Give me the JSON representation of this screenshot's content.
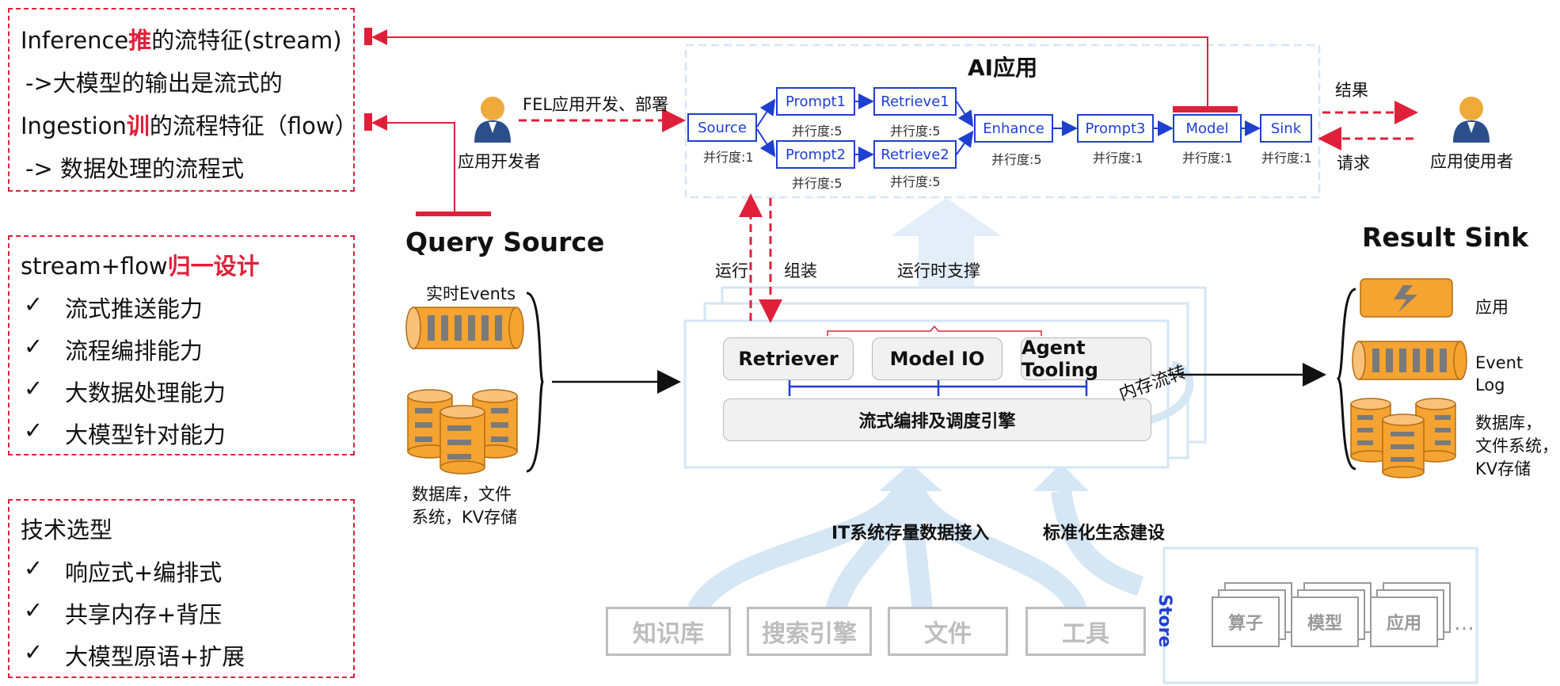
{
  "colors": {
    "accent_red": "#e0203a",
    "flow_blue": "#1f3fd1",
    "light_blue": "#d5e6f5",
    "storage_orange": "#f5a331"
  },
  "panels": {
    "design_principles": {
      "line1_a": "Inference",
      "line1_b": "推",
      "line1_c": "的流特征(stream)",
      "line2": "->大模型的输出是流式的",
      "line3_a": "Ingestion",
      "line3_b": "训",
      "line3_c": "的流程特征（flow）",
      "line4": "-> 数据处理的流程式"
    },
    "unified_design": {
      "title_a": "stream+flow",
      "title_b": "归一设计",
      "check": "✓",
      "items": [
        "流式推送能力",
        "流程编排能力",
        "大数据处理能力",
        "大模型针对能力"
      ]
    },
    "tech_selection": {
      "title": "技术选型",
      "check": "✓",
      "items": [
        "响应式+编排式",
        "共享内存+背压",
        "大模型原语+扩展"
      ]
    }
  },
  "ai_app": {
    "title": "AI应用",
    "nodes": {
      "source": "Source",
      "prompt1": "Prompt1",
      "prompt2": "Prompt2",
      "retrieve1": "Retrieve1",
      "retrieve2": "Retrieve2",
      "enhance": "Enhance",
      "prompt3": "Prompt3",
      "model": "Model",
      "sink": "Sink"
    },
    "parallelism": {
      "source": "并行度:1",
      "prompt1": "并行度:5",
      "prompt2": "并行度:5",
      "retrieve1": "并行度:5",
      "retrieve2": "并行度:5",
      "enhance": "并行度:5",
      "prompt3": "并行度:1",
      "model": "并行度:1",
      "sink": "并行度:1"
    }
  },
  "actors": {
    "developer": "应用开发者",
    "user": "应用使用者"
  },
  "labels": {
    "fel_dev": "FEL应用开发、部署",
    "result": "结果",
    "request": "请求",
    "run": "运行",
    "assemble": "组装",
    "runtime_support": "运行时支撑",
    "memory_flow": "内存流转",
    "it_access": "IT系统存量数据接入",
    "eco_build": "标准化生态建设"
  },
  "query_source": {
    "title": "Query Source",
    "realtime_events": "实时Events",
    "db_label_1": "数据库，文件",
    "db_label_2": "系统，KV存储"
  },
  "engine": {
    "modules": [
      "Retriever",
      "Model IO",
      "Agent Tooling"
    ],
    "core": "流式编排及调度引擎"
  },
  "result_sink": {
    "title": "Result Sink",
    "app": "应用",
    "event_log_1": "Event",
    "event_log_2": "Log",
    "db_1": "数据库，",
    "db_2": "文件系统，",
    "db_3": "KV存储"
  },
  "sources": [
    "知识库",
    "搜索引擎",
    "文件",
    "工具"
  ],
  "store": {
    "title": "Store",
    "items": [
      "算子",
      "模型",
      "应用"
    ],
    "ellipsis": "…"
  }
}
